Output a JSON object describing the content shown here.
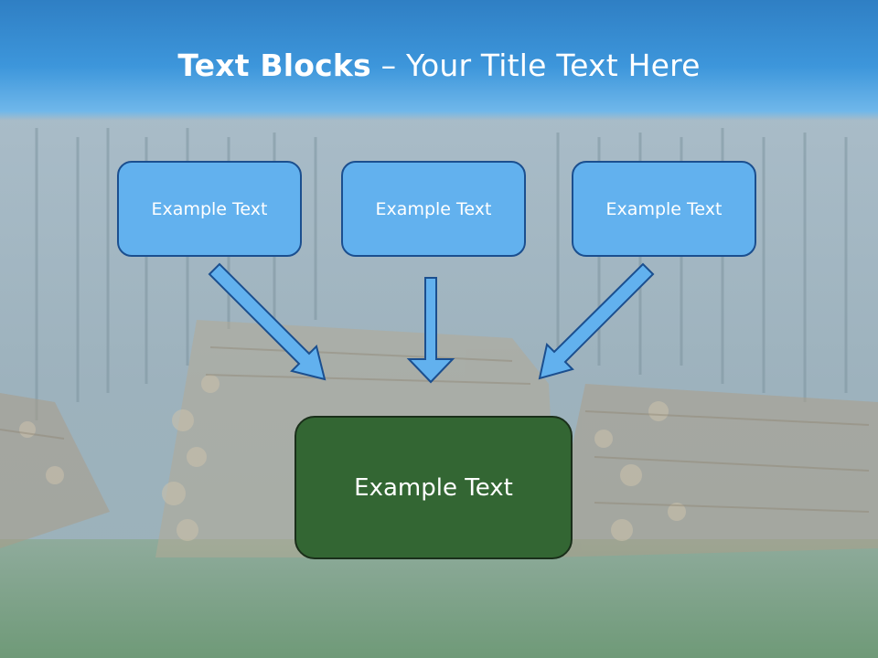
{
  "title": {
    "bold": "Text Blocks",
    "rest": " – Your Title Text Here"
  },
  "boxes": [
    {
      "label": "Example Text"
    },
    {
      "label": "Example Text"
    },
    {
      "label": "Example Text"
    }
  ],
  "target_box": {
    "label": "Example Text"
  },
  "colors": {
    "header": "#3d96db",
    "box_fill": "#62b1ee",
    "box_border": "#1b4f8f",
    "target_fill": "#336633",
    "arrow_fill": "#62b1ee"
  }
}
